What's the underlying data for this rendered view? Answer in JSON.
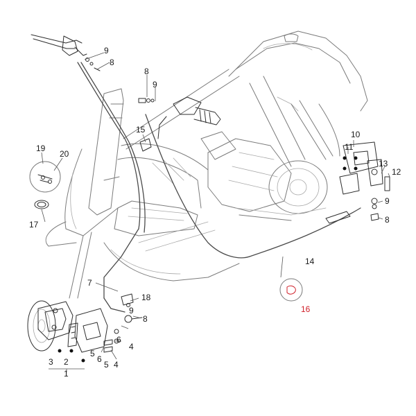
{
  "callouts": {
    "c1": "1",
    "c2": "2",
    "c3": "3",
    "c4a": "4",
    "c4b": "4",
    "c5a": "5",
    "c5b": "5",
    "c6a": "6",
    "c6b": "6",
    "c7": "7",
    "c8a": "8",
    "c8b": "8",
    "c8c": "8",
    "c8d": "8",
    "c9a": "9",
    "c9b": "9",
    "c9c": "9",
    "c9d": "9",
    "c10": "10",
    "c11": "11",
    "c12": "12",
    "c13": "13",
    "c14": "14",
    "c15": "15",
    "c16": "16",
    "c17": "17",
    "c18": "18",
    "c19": "19",
    "c20": "20"
  },
  "colors": {
    "highlight_callout": "#d0202a",
    "frame_outline": "#7a7a7a",
    "part_outline": "#2e2e2e"
  }
}
